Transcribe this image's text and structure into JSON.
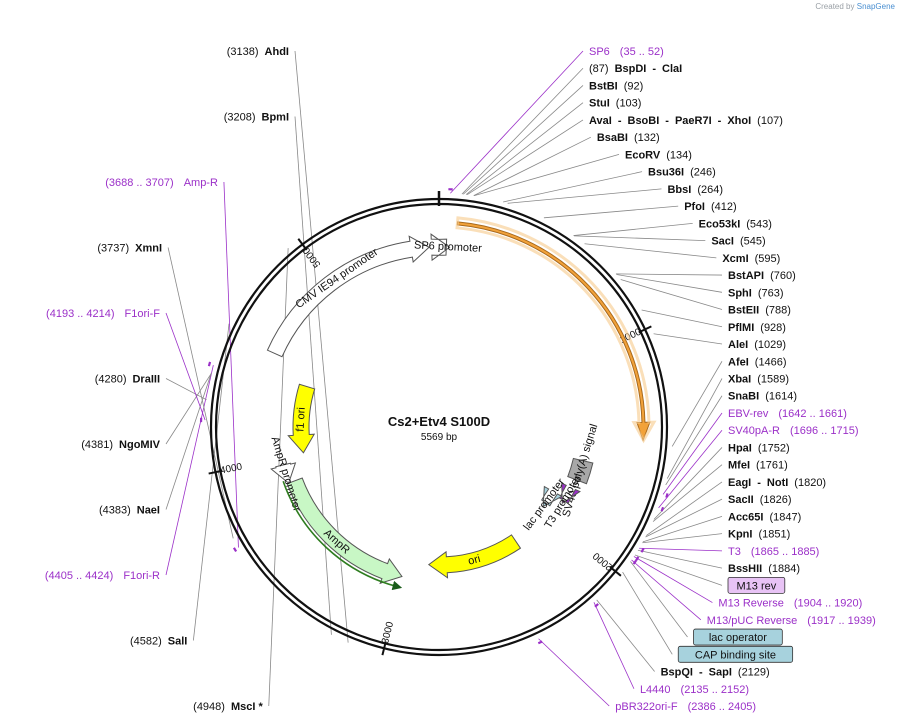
{
  "credit": {
    "created_by": "Created by",
    "brand": "SnapGene"
  },
  "plasmid": {
    "name": "Cs2+Etv4 S100D",
    "length": "5569 bp",
    "total_bp": 5569
  },
  "colors": {
    "enzyme": "#111111",
    "primer": "#9b30c8",
    "line": "#888888",
    "backbone": "#111111",
    "orange_feature": "#f2a23a",
    "yellow_feature": "#ffff00",
    "green_feature": "#c8f7c5",
    "grey_feature": "#a8a8a8",
    "primer_tick": "#9b30c8",
    "m13_box": "#e8c3f5",
    "teal_box": "#a7d2dd"
  },
  "ruler": [
    {
      "label": "1000",
      "bp": 1000
    },
    {
      "label": "2000",
      "bp": 2000
    },
    {
      "label": "3000",
      "bp": 3000
    },
    {
      "label": "4000",
      "bp": 4000
    },
    {
      "label": "5000",
      "bp": 5000
    }
  ],
  "features": [
    {
      "name": "",
      "start": 80,
      "end": 1450,
      "type": "orange",
      "direction": "cw"
    },
    {
      "name": "SV40 poly(A) signal",
      "start": 1596,
      "end": 1718,
      "type": "grey",
      "direction": "none"
    },
    {
      "name": "T3 promoter",
      "start": 1864,
      "end": 1883,
      "type": "purple",
      "direction": "cw"
    },
    {
      "name": "lac promoter",
      "start": 1940,
      "end": 1970,
      "type": "teal",
      "direction": "cw"
    },
    {
      "name": "ori",
      "start": 2260,
      "end": 2850,
      "type": "yellow",
      "direction": "cw"
    },
    {
      "name": "AmpR",
      "start": 3000,
      "end": 3860,
      "type": "green",
      "direction": "ccw"
    },
    {
      "name": "AmpR promoter",
      "start": 3860,
      "end": 3965,
      "type": "green_outline",
      "direction": "ccw"
    },
    {
      "name": "f1 ori",
      "start": 4010,
      "end": 4440,
      "type": "yellow",
      "direction": "ccw"
    },
    {
      "name": "CMV IE94 promoter",
      "start": 4550,
      "end": 5520,
      "type": "white",
      "direction": "cw"
    },
    {
      "name": "SP6 promoter",
      "start": 36,
      "end": 52,
      "type": "white",
      "direction": "cw"
    }
  ],
  "enzymes": [
    {
      "parts": [
        "(87)",
        "BspDI",
        "-",
        "ClaI"
      ],
      "bp": 87
    },
    {
      "parts": [
        "BstBI",
        "(92)"
      ],
      "bp": 92
    },
    {
      "parts": [
        "StuI",
        "(103)"
      ],
      "bp": 103
    },
    {
      "parts": [
        "AvaI",
        "-",
        "BsoBI",
        "-",
        "PaeR7I",
        "-",
        "XhoI",
        "(107)"
      ],
      "bp": 107
    },
    {
      "parts": [
        "BsaBI",
        "(132)"
      ],
      "bp": 132
    },
    {
      "parts": [
        "EcoRV",
        "(134)"
      ],
      "bp": 134
    },
    {
      "parts": [
        "Bsu36I",
        "(246)"
      ],
      "bp": 246
    },
    {
      "parts": [
        "BbsI",
        "(264)"
      ],
      "bp": 264
    },
    {
      "parts": [
        "PfoI",
        "(412)"
      ],
      "bp": 412
    },
    {
      "parts": [
        "Eco53kI",
        "(543)"
      ],
      "bp": 543
    },
    {
      "parts": [
        "SacI",
        "(545)"
      ],
      "bp": 545
    },
    {
      "parts": [
        "XcmI",
        "(595)"
      ],
      "bp": 595
    },
    {
      "parts": [
        "BstAPI",
        "(760)"
      ],
      "bp": 760
    },
    {
      "parts": [
        "SphI",
        "(763)"
      ],
      "bp": 763
    },
    {
      "parts": [
        "BstEII",
        "(788)"
      ],
      "bp": 788
    },
    {
      "parts": [
        "PflMI",
        "(928)"
      ],
      "bp": 928
    },
    {
      "parts": [
        "AleI",
        "(1029)"
      ],
      "bp": 1029
    },
    {
      "parts": [
        "AfeI",
        "(1466)"
      ],
      "bp": 1466
    },
    {
      "parts": [
        "XbaI",
        "(1589)"
      ],
      "bp": 1589
    },
    {
      "parts": [
        "SnaBI",
        "(1614)"
      ],
      "bp": 1614
    },
    {
      "parts": [
        "HpaI",
        "(1752)"
      ],
      "bp": 1752
    },
    {
      "parts": [
        "MfeI",
        "(1761)"
      ],
      "bp": 1761
    },
    {
      "parts": [
        "EagI",
        "-",
        "NotI",
        "(1820)"
      ],
      "bp": 1820
    },
    {
      "parts": [
        "SacII",
        "(1826)"
      ],
      "bp": 1826
    },
    {
      "parts": [
        "Acc65I",
        "(1847)"
      ],
      "bp": 1847
    },
    {
      "parts": [
        "KpnI",
        "(1851)"
      ],
      "bp": 1851
    },
    {
      "parts": [
        "BssHII",
        "(1884)"
      ],
      "bp": 1884
    },
    {
      "parts": [
        "BspQI",
        "-",
        "SapI",
        "(2129)"
      ],
      "bp": 2129
    },
    {
      "parts": [
        "(3138)",
        "AhdI"
      ],
      "bp": 3138
    },
    {
      "parts": [
        "(3208)",
        "BpmI"
      ],
      "bp": 3208
    },
    {
      "parts": [
        "(3737)",
        "XmnI"
      ],
      "bp": 3737
    },
    {
      "parts": [
        "(4280)",
        "DraIII"
      ],
      "bp": 4280
    },
    {
      "parts": [
        "(4381)",
        "NgoMIV"
      ],
      "bp": 4381
    },
    {
      "parts": [
        "(4383)",
        "NaeI"
      ],
      "bp": 4383
    },
    {
      "parts": [
        "(4582)",
        "SalI"
      ],
      "bp": 4582
    },
    {
      "parts": [
        "(4948)",
        "MscI *"
      ],
      "bp": 4948
    }
  ],
  "primers": [
    {
      "name": "SP6",
      "range": "(35 .. 52)",
      "bp": 43
    },
    {
      "name": "EBV-rev",
      "range": "(1642 .. 1661)",
      "bp": 1651
    },
    {
      "name": "SV40pA-R",
      "range": "(1696 .. 1715)",
      "bp": 1705
    },
    {
      "name": "T3",
      "range": "(1865 .. 1885)",
      "bp": 1875
    },
    {
      "name": "M13 Reverse",
      "range": "(1904 .. 1920)",
      "bp": 1912
    },
    {
      "name": "M13/pUC Reverse",
      "range": "(1917 .. 1939)",
      "bp": 1928
    },
    {
      "name": "L4440",
      "range": "(2135 .. 2152)",
      "bp": 2143
    },
    {
      "name": "pBR322ori-F",
      "range": "(2386 .. 2405)",
      "bp": 2395
    },
    {
      "name": "Amp-R",
      "range": "(3688 .. 3707)",
      "bp": 3697
    },
    {
      "name": "F1ori-F",
      "range": "(4193 .. 4214)",
      "bp": 4203
    },
    {
      "name": "F1ori-R",
      "range": "(4405 .. 4424)",
      "bp": 4414
    }
  ],
  "boxes": [
    {
      "label": "M13 rev",
      "type": "m13",
      "bp": 1905
    },
    {
      "label": "lac operator",
      "type": "teal",
      "bp": 1935
    },
    {
      "label": "CAP binding site",
      "type": "teal",
      "bp": 1985
    }
  ]
}
